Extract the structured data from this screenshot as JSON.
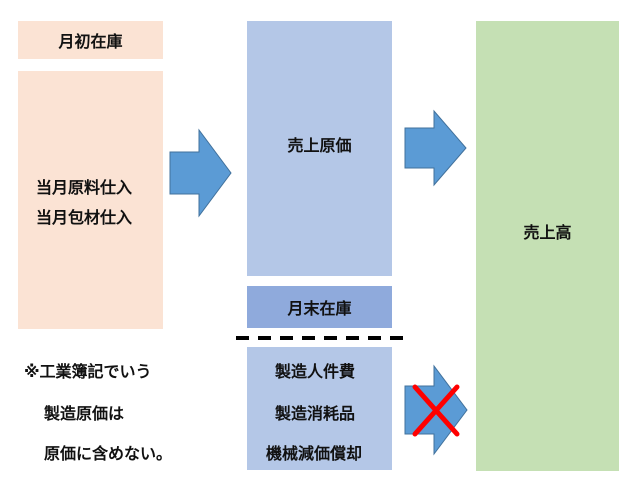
{
  "boxes": {
    "opening_inventory": "月初在庫",
    "purchases_line1": "当月原料仕入",
    "purchases_line2": "当月包材仕入",
    "cost_of_sales": "売上原価",
    "closing_inventory": "月末在庫",
    "sales": "売上高"
  },
  "excluded_costs": {
    "items": [
      "製造人件費",
      "製造消耗品",
      "機械減価償却"
    ]
  },
  "note": {
    "line1": "※工業簿記でいう",
    "line2": "製造原価は",
    "line3": "原価に含めない。"
  },
  "colors": {
    "peach": "#fbe3d4",
    "blue_light": "#b4c7e7",
    "blue_mid": "#8faadc",
    "green": "#c5e0b4",
    "arrow": "#5b9bd5",
    "cross": "#ff0000",
    "dashed_line": "#000000"
  }
}
